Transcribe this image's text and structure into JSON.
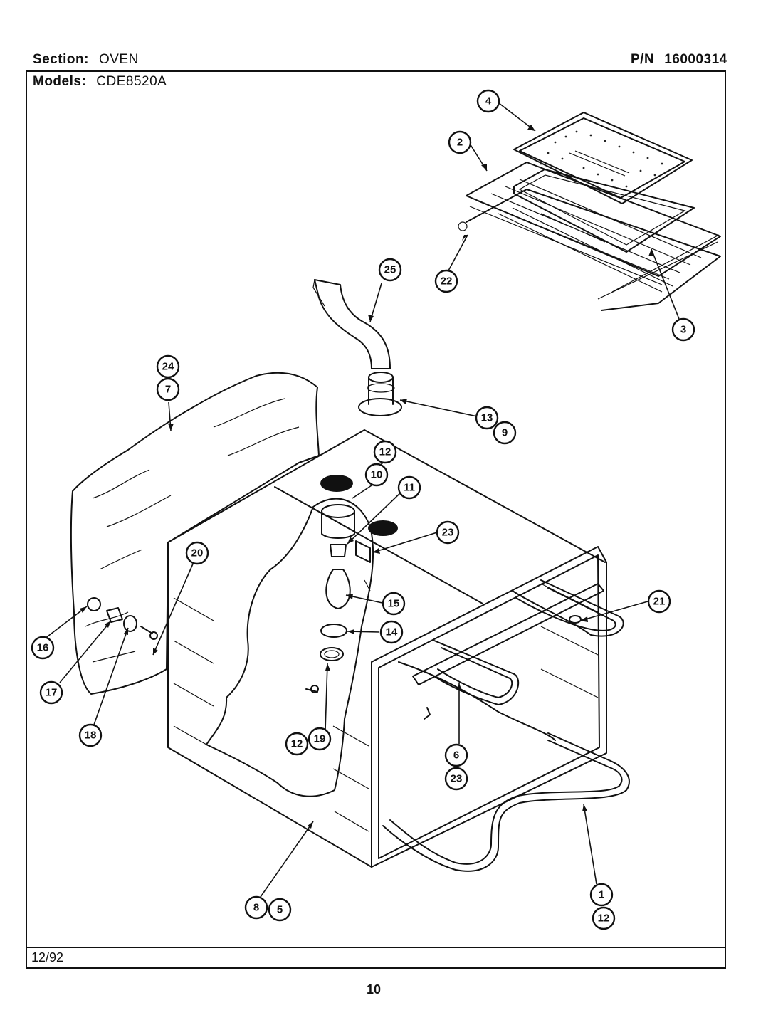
{
  "header": {
    "section_label": "Section:",
    "section_value": "OVEN",
    "pn_label": "P/N",
    "pn_value": "16000314",
    "models_label": "Models:",
    "models_value": "CDE8520A"
  },
  "footer": {
    "date": "12/92",
    "page_number": "10"
  },
  "callouts": [
    "1",
    "2",
    "3",
    "4",
    "5",
    "6",
    "7",
    "8",
    "9",
    "10",
    "11",
    "12",
    "13",
    "14",
    "15",
    "16",
    "17",
    "18",
    "19",
    "20",
    "21",
    "22",
    "23",
    "24",
    "25"
  ]
}
